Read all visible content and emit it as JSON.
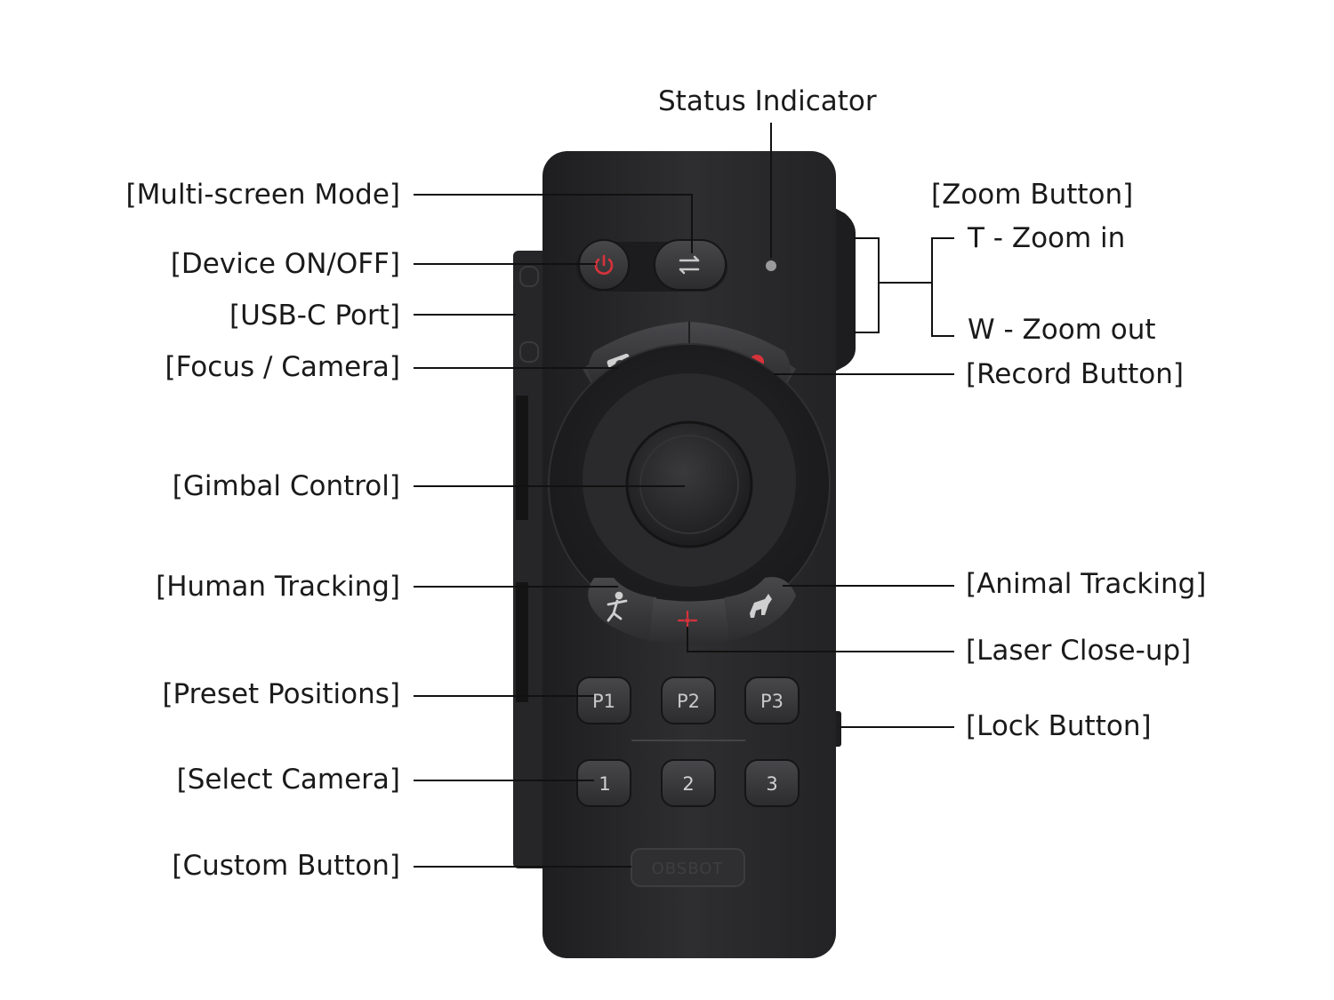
{
  "labels": {
    "status_indicator": "Status Indicator",
    "multi_screen_mode": "[Multi-screen Mode]",
    "device_on_off": "[Device ON/OFF]",
    "usb_c_port": "[USB-C Port]",
    "focus_camera": "[Focus / Camera]",
    "gimbal_control": "[Gimbal Control]",
    "human_tracking": "[Human Tracking]",
    "preset_positions": "[Preset Positions]",
    "select_camera": "[Select Camera]",
    "custom_button": "[Custom Button]",
    "zoom_button": "[Zoom Button]",
    "zoom_in": "T - Zoom in",
    "zoom_out": "W - Zoom out",
    "record_button": "[Record Button]",
    "animal_tracking": "[Animal Tracking]",
    "laser_close_up": "[Laser Close-up]",
    "lock_button": "[Lock Button]"
  },
  "device": {
    "preset_keys": [
      "P1",
      "P2",
      "P3"
    ],
    "camera_keys": [
      "1",
      "2",
      "3"
    ],
    "custom_key": "OBSBOT"
  },
  "colors": {
    "body": "#2b2b2d",
    "button": "#3a3a3c",
    "accent_red": "#d8323a",
    "label": "#1a1a1a",
    "leader": "#111111"
  }
}
